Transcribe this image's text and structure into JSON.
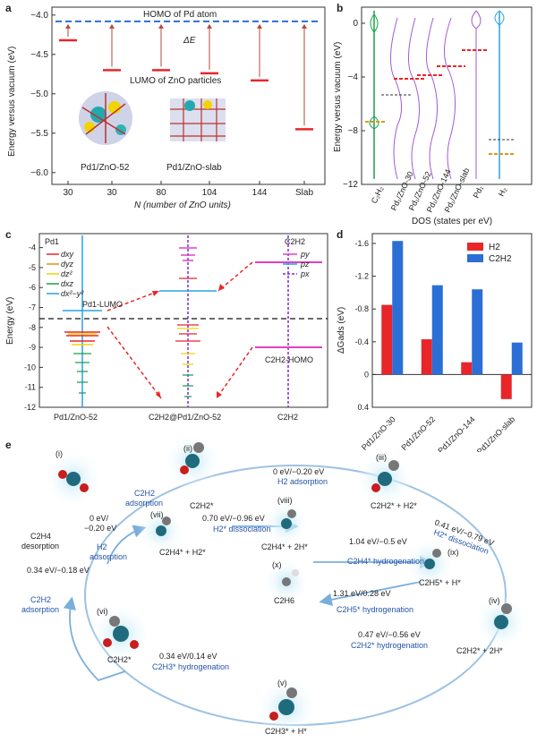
{
  "panels": {
    "a": {
      "label": "a",
      "homo_text": "HOMO of Pd atom",
      "lumo_text": "LUMO of ZnO particles",
      "delta_e": "ΔE",
      "ylabel": "Energy versus vacuum (eV)",
      "xlabel": "N (number of ZnO units)",
      "caption_left": "Pd1/ZnO-52",
      "caption_right": "Pd1/ZnO-slab"
    },
    "b": {
      "label": "b",
      "ylabel": "Energy versus vacuum (eV)",
      "xlabel": "DOS (states per eV)"
    },
    "c": {
      "label": "c",
      "ylabel": "Energy (eV)",
      "legend_left_title": "Pd1",
      "legend_left": [
        "dxy",
        "dyz",
        "dz²",
        "dxz",
        "dx²−y²"
      ],
      "legend_right_title": "C2H2",
      "legend_right": [
        "py",
        "pz",
        "px"
      ],
      "pd_lumo": "Pd1-LUMO",
      "c2h2_homo": "C2H2-HOMO",
      "x_labels": [
        "Pd1/ZnO-52",
        "C2H2@Pd1/ZnO-52",
        "C2H2"
      ]
    },
    "d": {
      "label": "d",
      "ylabel": "ΔGads (eV)"
    },
    "e": {
      "label": "e",
      "steps": {
        "i": "(i)",
        "ii": "(ii)",
        "iii": "(iii)",
        "iv": "(iv)",
        "v": "(v)",
        "vi": "(vi)",
        "vii": "(vii)",
        "viii": "(viii)",
        "ix": "(ix)",
        "x": "(x)"
      },
      "texts": {
        "c2h2_adsorption_top": "C2H2",
        "adsorption_top": "adsorption",
        "energy_ii_iii": "0 eV/−0.20 eV",
        "h2_adsorption_top": "H2 adsorption",
        "c2h2_star": "C2H2*",
        "c2h2_h2_star": "C2H2* + H2*",
        "energy_h2_dissoc_right": "0.41 eV/−0.79 eV",
        "h2_dissoc_right": "H2* dissociation",
        "energy_viii": "0.70 eV/−0.96 eV",
        "h2_dissoc_mid": "H2* dissociation",
        "energy_ix": "1.04 eV/−0.5 eV",
        "c2h4_hydrog": "C2H4* hydrogenation",
        "c2h4_2h": "C2H4* + 2H*",
        "c2h5_h": "C2H5* + H*",
        "energy_x": "1.31 eV/0.28 eV",
        "c2h5_hydrog": "C2H5* hydrogenation",
        "c2h6": "C2H6",
        "c2h4_desorption_a": "C2H4",
        "c2h4_desorption_b": "desorption",
        "energy_left_a": "0 eV/",
        "energy_left_b": "−0.20 eV",
        "h2_adsorption_left_a": "H2",
        "h2_adsorption_left_b": "adsorption",
        "c2h4_h2": "C2H4* + H2*",
        "energy_desorp": "0.34 eV/−0.18 eV",
        "c2h2_ads_left_a": "C2H2",
        "c2h2_ads_left_b": "adsorption",
        "c2h2_2h": "C2H2* + 2H*",
        "energy_iv": "0.47 eV/−0.56 eV",
        "c2h2_hydrog": "C2H2* hydrogenation",
        "c2h3_h": "C2H3* + H*",
        "energy_v": "0.34 eV/0.14 eV",
        "c2h3_hydrog": "C2H3* hydrogenation",
        "c2h2_star_vi": "C2H2*"
      }
    }
  },
  "chart_data": [
    {
      "panel": "a",
      "type": "scatter",
      "categories": [
        "30",
        "30",
        "80",
        "104",
        "144",
        "Slab"
      ],
      "series": [
        {
          "name": "HOMO of Pd atom",
          "values": [
            -4.08,
            -4.08,
            -4.08,
            -4.08,
            -4.08,
            -4.08
          ]
        },
        {
          "name": "LUMO of ZnO particles",
          "values": [
            -4.32,
            -4.7,
            -4.7,
            -4.74,
            -4.83,
            -5.45
          ]
        }
      ],
      "yticks": [
        -4.0,
        -4.5,
        -5.0,
        -5.5,
        -6.0
      ],
      "ytick_labels": [
        "−4.0",
        "−4.5",
        "−5.0",
        "−5.5",
        "−6.0"
      ],
      "ylim": [
        -6.15,
        -3.9
      ]
    },
    {
      "panel": "b",
      "type": "line",
      "categories": [
        "C2H2",
        "Pd1/ZnO-30",
        "Pd1/ZnO-52",
        "Pd1/ZnO-144",
        "Pd1/ZnO-slab",
        "Pd1",
        "H2"
      ],
      "yticks": [
        0,
        -4,
        -8,
        -12
      ],
      "ytick_labels": [
        "0",
        "−4",
        "−8",
        "−12"
      ],
      "ylim": [
        -12,
        1.2
      ]
    },
    {
      "panel": "c",
      "type": "line",
      "yticks": [
        -4,
        -5,
        -6,
        -7,
        -8,
        -9,
        -10,
        -11,
        -12
      ],
      "ytick_labels": [
        "-4",
        "-5",
        "-6",
        "-7",
        "-8",
        "-9",
        "-10",
        "-11",
        "-12"
      ],
      "ylim": [
        -12,
        -3.3
      ]
    },
    {
      "panel": "d",
      "type": "bar",
      "categories": [
        "Pd1/ZnO-30",
        "Pd1/ZnO-52",
        "Pd1/ZnO-144",
        "Pd1/ZnO-slab"
      ],
      "series": [
        {
          "name": "H2",
          "color": "#e8262a",
          "values": [
            -0.85,
            -0.43,
            -0.15,
            0.3
          ]
        },
        {
          "name": "C2H2",
          "color": "#2b6fd6",
          "values": [
            -1.63,
            -1.09,
            -1.04,
            -0.39
          ]
        }
      ],
      "yticks": [
        -1.6,
        -1.2,
        -0.8,
        -0.4,
        0,
        0.4
      ],
      "ytick_labels": [
        "-1.6",
        "-1.2",
        "-0.8",
        "-0.4",
        "0",
        "0.4"
      ],
      "ylim": [
        -1.72,
        0.4
      ],
      "inverted": true
    }
  ]
}
